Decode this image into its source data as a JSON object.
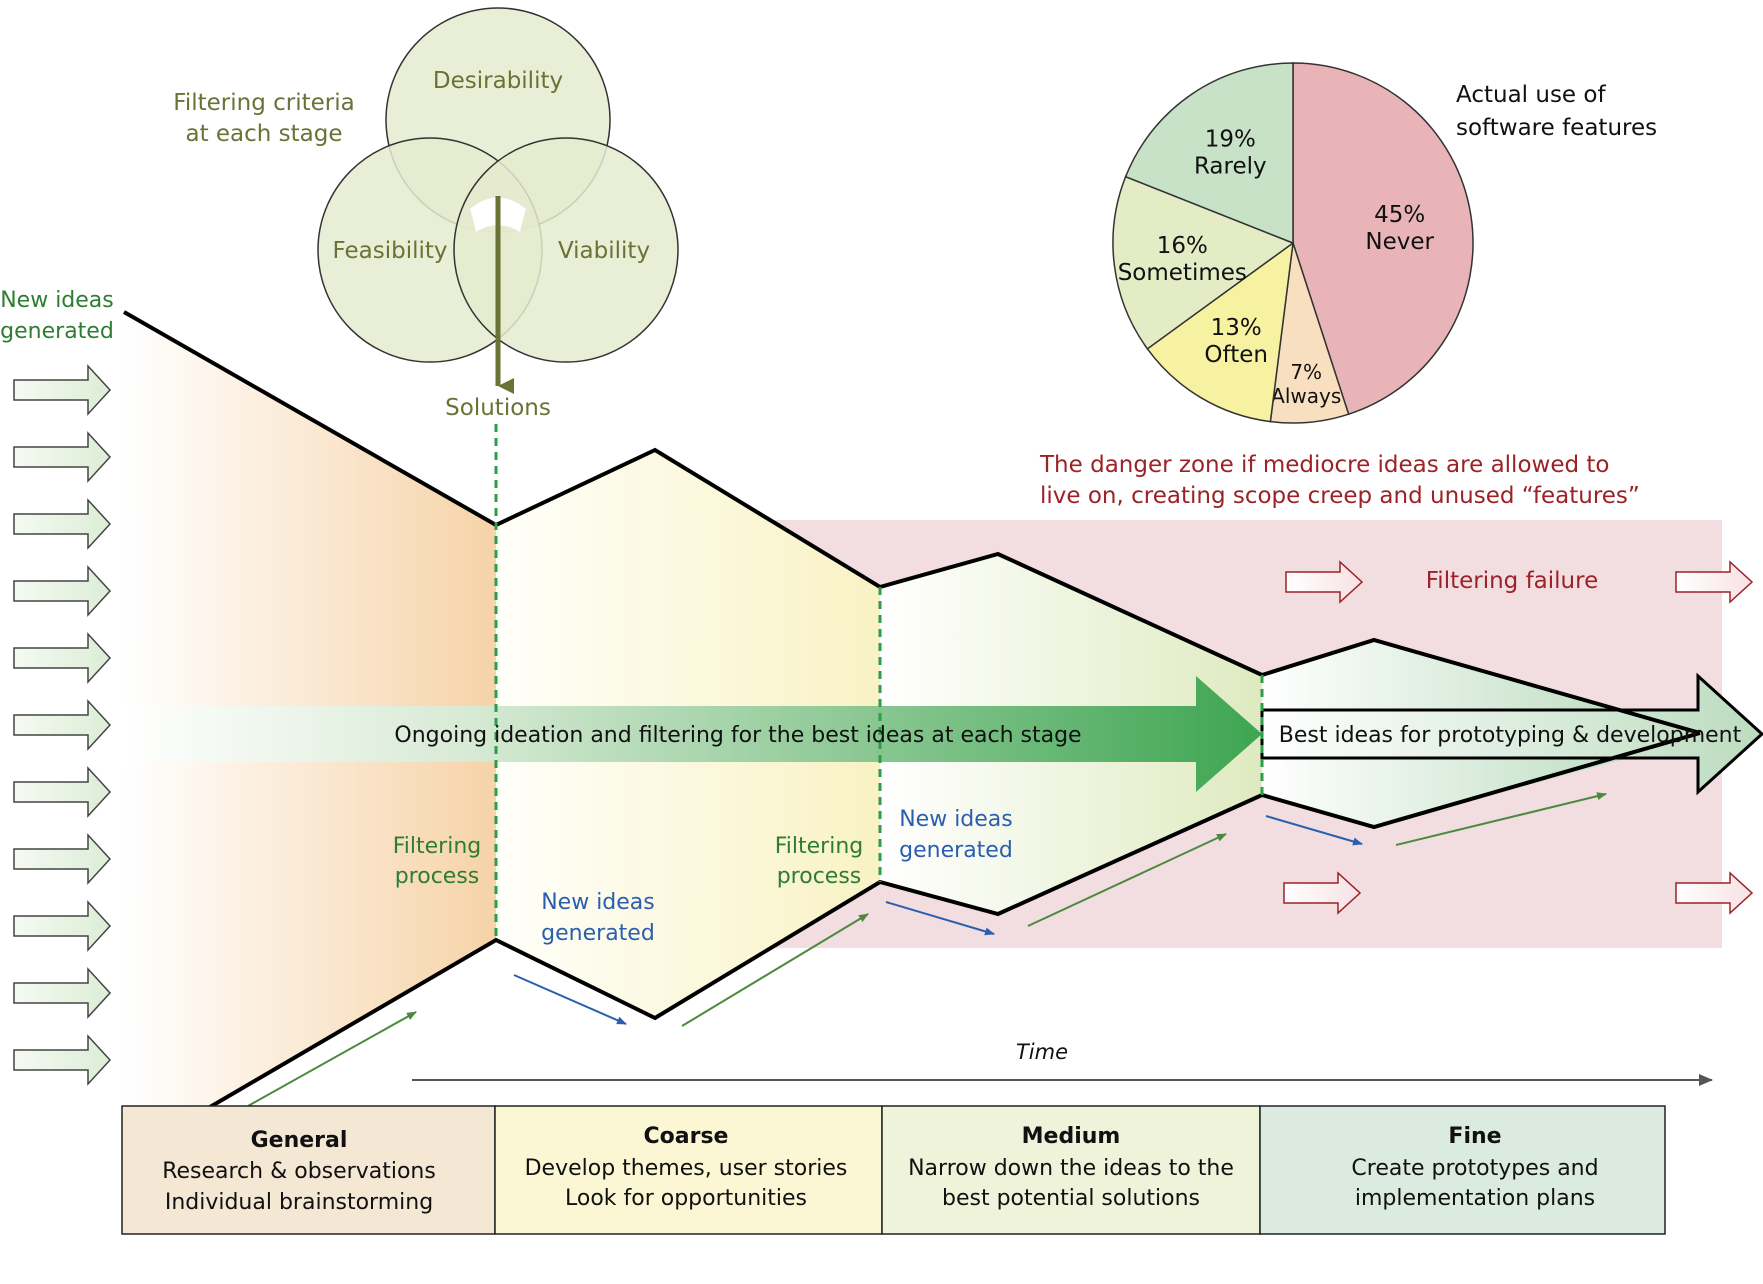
{
  "colors": {
    "olive_text": "#6b7235",
    "green_text": "#2e7d32",
    "blue_text": "#2a5fae",
    "red_text": "#9b2226",
    "danger_zone": "#f2dde1",
    "stage_general": "#f4e8d5",
    "stage_coarse": "#fbf7d4",
    "stage_medium": "#eef3d9",
    "stage_fine": "#dbebdf",
    "big_arrow": "#3ea552",
    "venn_fill": "#e5ebcf"
  },
  "venn": {
    "caption_line1": "Filtering criteria",
    "caption_line2": "at each stage",
    "desirability": "Desirability",
    "feasibility": "Feasibility",
    "viability": "Viability",
    "solutions": "Solutions"
  },
  "pie": {
    "title_line1": "Actual use of",
    "title_line2": "software features",
    "slices": [
      {
        "pct": "45%",
        "label": "Never",
        "value": 45,
        "color": "#e8b4b8"
      },
      {
        "pct": "7%",
        "label": "Always",
        "value": 7,
        "color": "#f8dfbf"
      },
      {
        "pct": "13%",
        "label": "Often",
        "value": 13,
        "color": "#f7f2a2"
      },
      {
        "pct": "16%",
        "label": "Sometimes",
        "value": 16,
        "color": "#e4ecc6"
      },
      {
        "pct": "19%",
        "label": "Rarely",
        "value": 19,
        "color": "#c7e2c7"
      }
    ]
  },
  "danger": {
    "line1": "The danger zone if mediocre ideas are allowed to",
    "line2": "live on, creating scope creep and unused “features”",
    "failure": "Filtering failure"
  },
  "flow": {
    "new_ideas_line1": "New ideas",
    "new_ideas_line2": "generated",
    "filtering_line1": "Filtering",
    "filtering_line2": "process",
    "ongoing": "Ongoing ideation and filtering for the best ideas at each stage",
    "best": "Best ideas for prototyping & development"
  },
  "time_label": "Time",
  "stages": [
    {
      "title": "General",
      "line1": "Research & observations",
      "line2": "Individual brainstorming"
    },
    {
      "title": "Coarse",
      "line1": "Develop themes, user stories",
      "line2": "Look for opportunities"
    },
    {
      "title": "Medium",
      "line1": "Narrow down the ideas to the",
      "line2": "best potential solutions"
    },
    {
      "title": "Fine",
      "line1": "Create prototypes and",
      "line2": "implementation plans"
    }
  ]
}
